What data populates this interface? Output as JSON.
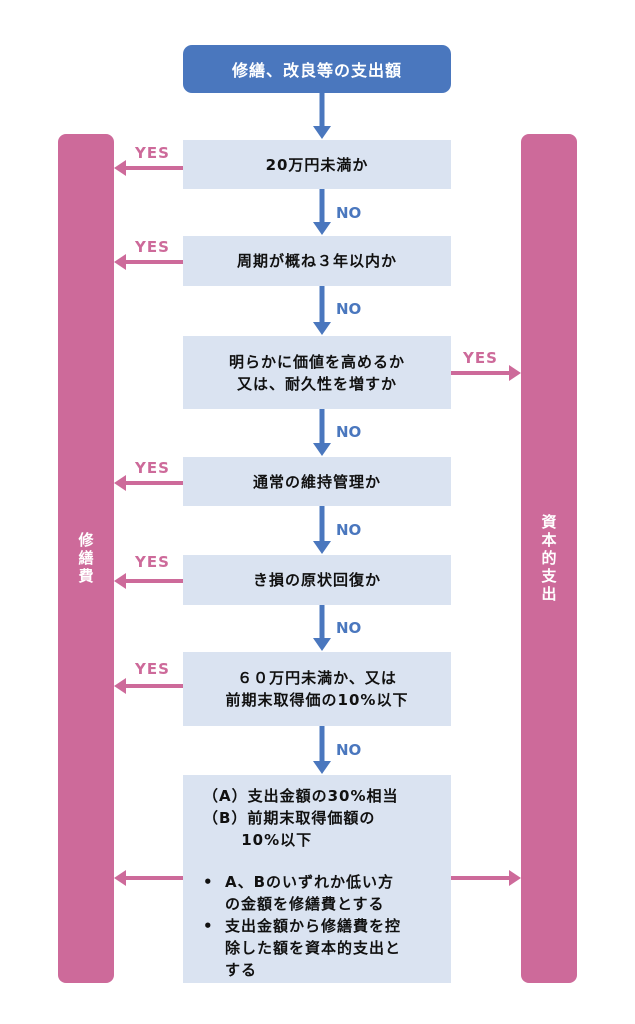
{
  "start": "修繕、改良等の支出額",
  "left_bar": "修繕費",
  "right_bar": "資本的支出",
  "steps": [
    {
      "lines": [
        "20万円未満か"
      ]
    },
    {
      "lines": [
        "周期が概ね３年以内か"
      ]
    },
    {
      "lines": [
        "明らかに価値を高めるか",
        "又は、耐久性を増すか"
      ]
    },
    {
      "lines": [
        "通常の維持管理か"
      ]
    },
    {
      "lines": [
        "き損の原状回復か"
      ]
    },
    {
      "lines": [
        "６０万円未満か、又は",
        "前期末取得価の10%以下"
      ]
    }
  ],
  "final": {
    "lines": [
      "（A）支出金額の30%相当",
      "（B）前期末取得価額の",
      "　　 10%以下"
    ],
    "bullets": [
      "A、Bのいずれか低い方\nの金額を修繕費とする",
      "支出金額から修繕費を控\n除した額を資本的支出と\nする"
    ]
  },
  "yes": "YES",
  "no": "NO",
  "colors": {
    "blue": "#4a77be",
    "pink": "#cd6a9a",
    "box": "#dae3f1"
  }
}
